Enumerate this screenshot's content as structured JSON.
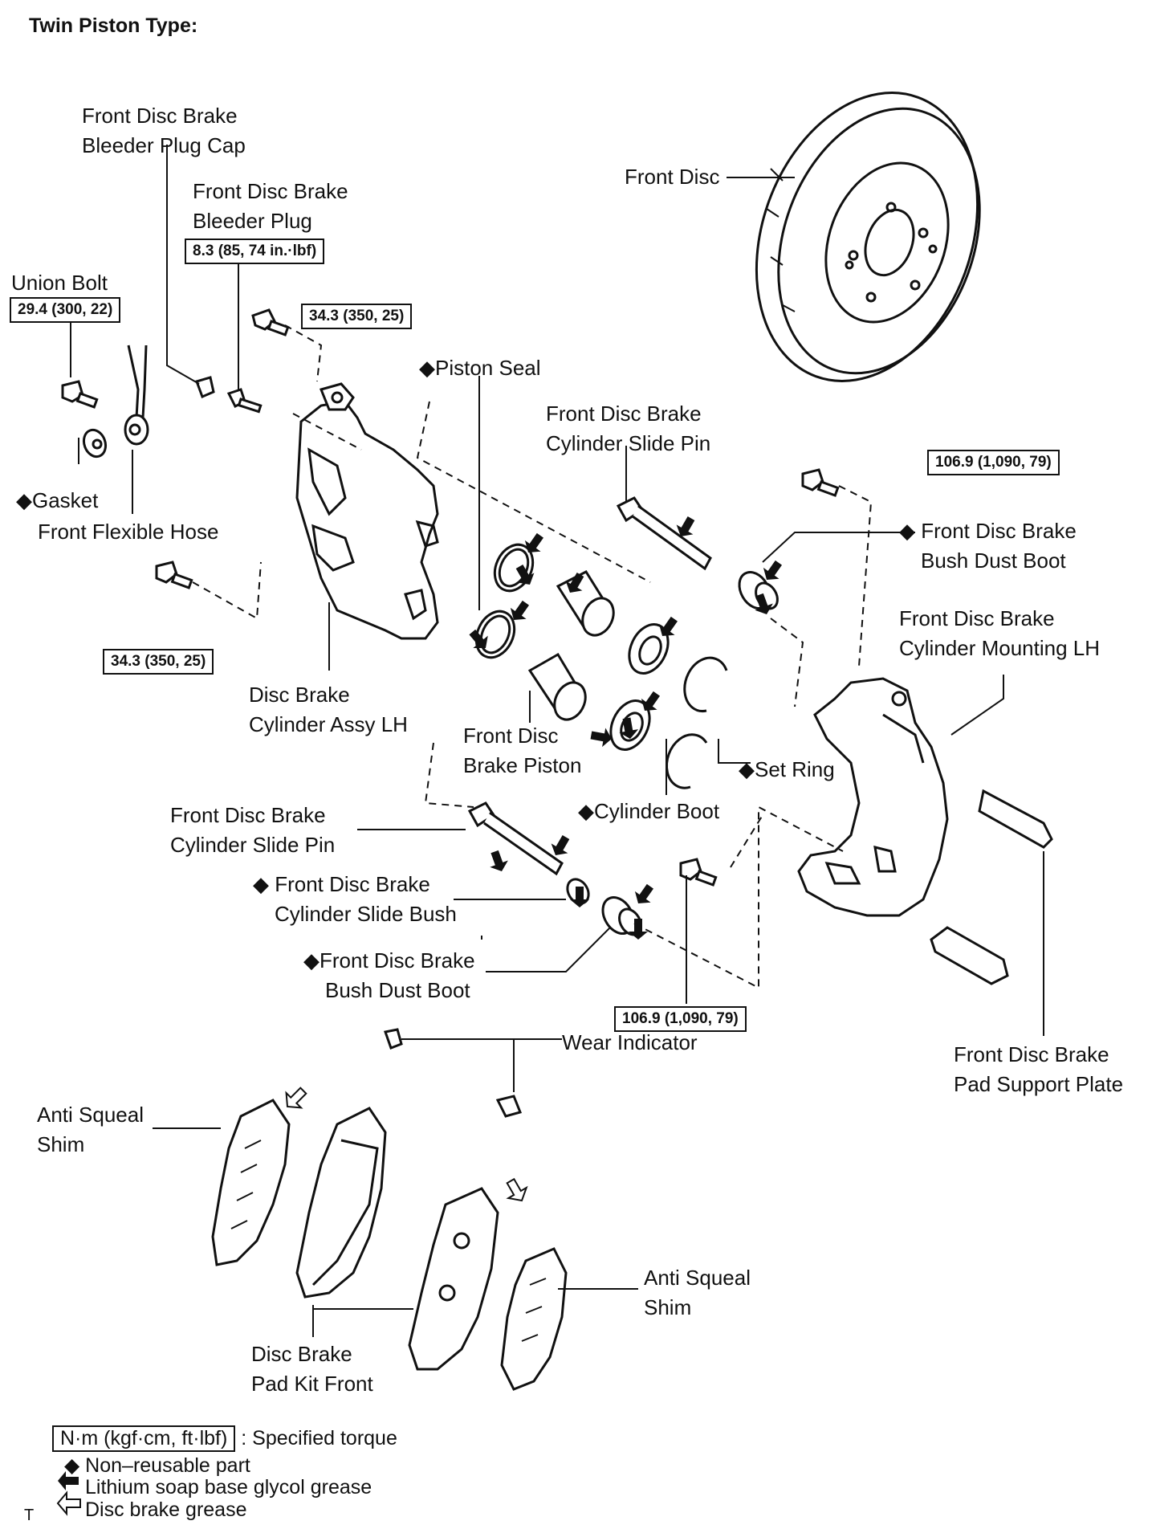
{
  "title": "Twin Piston Type:",
  "labels": {
    "bleeder_cap": [
      "Front Disc Brake",
      "Bleeder Plug Cap"
    ],
    "bleeder_plug": [
      "Front Disc Brake",
      "Bleeder Plug"
    ],
    "union_bolt": "Union Bolt",
    "front_disc": "Front Disc",
    "piston_seal": "◆Piston Seal",
    "slide_pin_upper": [
      "Front Disc Brake",
      "Cylinder Slide Pin"
    ],
    "bush_boot_upper": [
      "◆ Front Disc Brake",
      "Bush Dust Boot"
    ],
    "gasket": "◆Gasket",
    "flex_hose": "Front Flexible Hose",
    "mounting_lh": [
      "Front Disc Brake",
      "Cylinder Mounting LH"
    ],
    "cyl_assy": [
      "Disc Brake",
      "Cylinder Assy LH"
    ],
    "piston": [
      "Front Disc",
      "Brake Piston"
    ],
    "set_ring": "◆Set Ring",
    "cyl_boot": "◆Cylinder Boot",
    "slide_pin_lower": [
      "Front Disc Brake",
      "Cylinder Slide Pin"
    ],
    "slide_bush": [
      "◆ Front Disc Brake",
      "Cylinder Slide Bush"
    ],
    "bush_boot_lower": [
      "◆Front Disc Brake",
      "Bush Dust Boot"
    ],
    "wear_indicator": "Wear Indicator",
    "pad_support": [
      "Front Disc Brake",
      "Pad Support Plate"
    ],
    "shim_left": [
      "Anti Squeal",
      "Shim"
    ],
    "shim_right": [
      "Anti Squeal",
      "Shim"
    ],
    "pad_kit": [
      "Disc Brake",
      "Pad Kit Front"
    ]
  },
  "torques": {
    "bleeder": "8.3 (85, 74 in.·lbf)",
    "union": "29.4 (300, 22)",
    "caliper_top": "34.3 (350, 25)",
    "mounting_top": "106.9 (1,090, 79)",
    "caliper_bottom": "34.3 (350, 25)",
    "mounting_bottom": "106.9 (1,090, 79)"
  },
  "legend": {
    "torque_box": "N·m (kgf·cm, ft·lbf)",
    "torque_text": ": Specified torque",
    "non_reusable": "◆ Non–reusable part",
    "lithium": "Lithium soap base glycol grease",
    "disc_grease": "Disc brake grease"
  },
  "corner_mark": "T"
}
